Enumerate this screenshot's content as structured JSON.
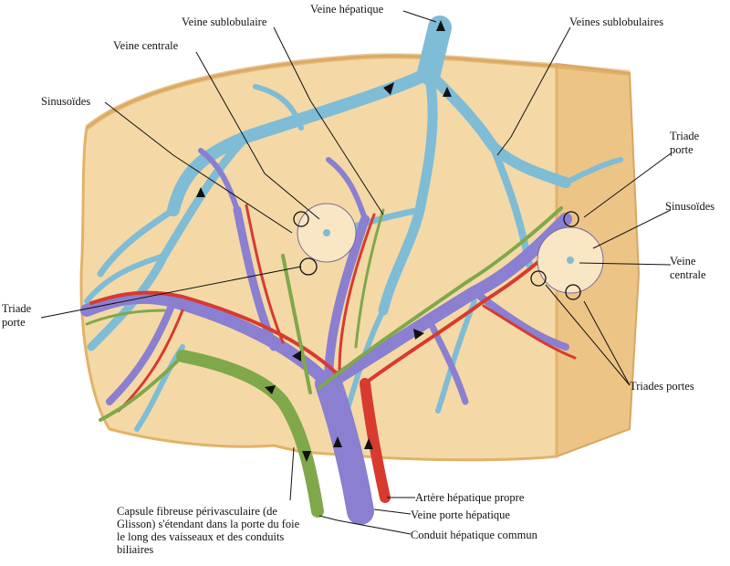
{
  "labels": {
    "hepatic_vein": "Veine hépatique",
    "sublobular_vein": "Veine sublobulaire",
    "sublobular_veins": "Veines sublobulaires",
    "central_vein_left": "Veine centrale",
    "sinusoids_left": "Sinusoïdes",
    "portal_triad_left_1": "Triade",
    "portal_triad_left_2": "porte",
    "portal_triad_right_1": "Triade",
    "portal_triad_right_2": "porte",
    "sinusoids_right": "Sinusoïdes",
    "central_vein_right_1": "Veine",
    "central_vein_right_2": "centrale",
    "portal_triads": "Triades portes",
    "proper_hepatic_artery": "Artère hépatique propre",
    "hepatic_portal_vein": "Veine porte hépatique",
    "common_hepatic_duct": "Conduit hépatique commun",
    "glisson_capsule": "Capsule fibreuse périvasculaire (de Glisson) s'étendant dans la porte du foie le long des vaisseaux et des conduits biliaires"
  },
  "colors": {
    "liver_tissue": "#f4d9a6",
    "liver_edge": "#e2b26a",
    "hepatic_vein": "#7fbcd6",
    "portal_vein": "#8a7fd0",
    "hepatic_artery": "#d83a30",
    "bile_duct": "#7fa84a"
  }
}
